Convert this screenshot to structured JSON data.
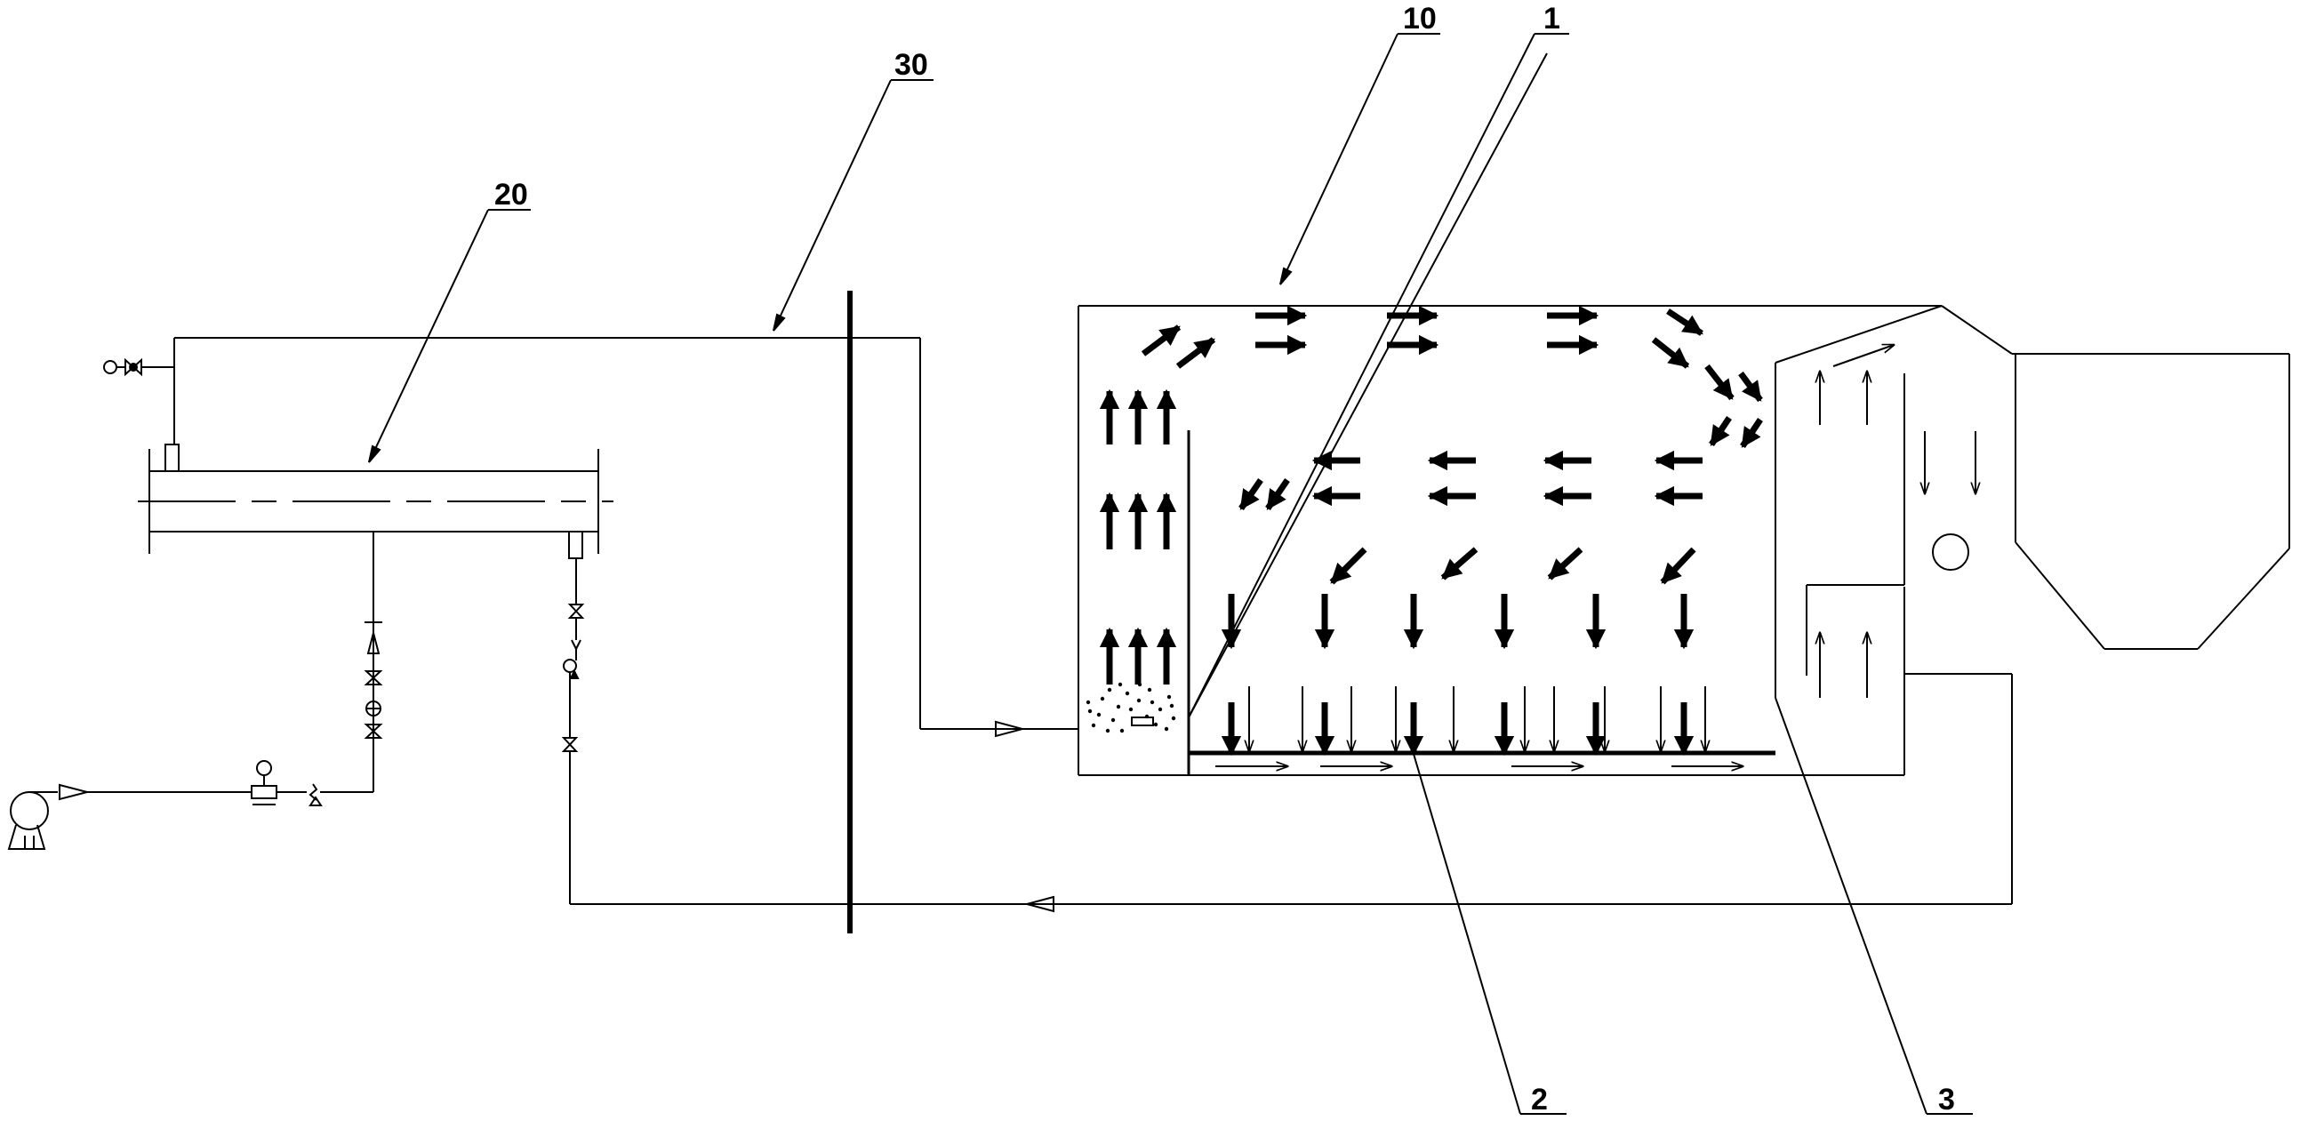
{
  "labels": {
    "l10": "10",
    "l1": "1",
    "l30": "30",
    "l20": "20",
    "l2": "2",
    "l3": "3"
  },
  "colors": {
    "line": "#000000",
    "background": "#ffffff"
  }
}
